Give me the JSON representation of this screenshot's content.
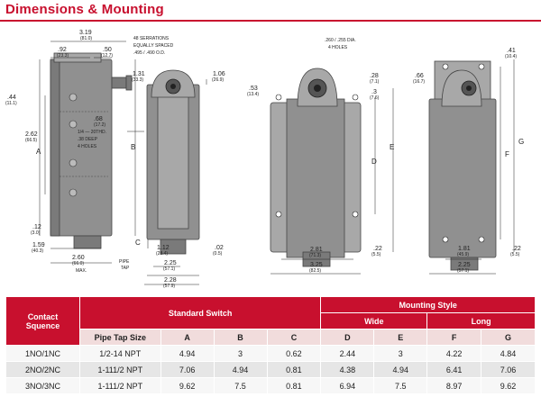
{
  "title": "Dimensions & Mounting",
  "drawing": {
    "labels_left": {
      "d_319": "3.19",
      "d_319_mm": "(81.0)",
      "d_92": ".92",
      "d_92_mm": "(23.3)",
      "d_50": ".50",
      "d_50_mm": "(12.7)",
      "serrations_1": "48 SERRATIONS",
      "serrations_2": "EQUALLY SPACED",
      "serrations_3": ".495 / .490 O.D.",
      "d_131": "1.31",
      "d_131_mm": "(33.3)",
      "d_106": "1.06",
      "d_106_mm": "(26.9)",
      "d_44": ".44",
      "d_44_mm": "(11.1)",
      "d_68": ".68",
      "d_68_mm": "(17.2)",
      "d_262": "2.62",
      "d_262_mm": "(66.5)",
      "thread_1": "1/4 — 20THD.",
      "thread_2": ".38 DEEP",
      "thread_3": "4 HOLES",
      "d_12": ".12",
      "d_12_mm": "(3.0)",
      "d_159": "1.59",
      "d_159_mm": "(40.3)",
      "d_260": "2.60",
      "d_260_mm": "(66.0)",
      "d_260_max": "MAX.",
      "pipe_1": "PIPE",
      "pipe_2": "TAP",
      "d_112": "1.12",
      "d_112_mm": "(28.4)",
      "d_02": ".02",
      "d_02_mm": "(0.5)",
      "d_225": "2.25",
      "d_225_mm": "(57.1)",
      "d_228": "2.28",
      "d_228_mm": "(57.9)",
      "letter_a": "A",
      "letter_b": "B",
      "letter_c": "C"
    },
    "labels_wide": {
      "holes_1": ".260 / .255 DIA.",
      "holes_2": "4 HOLES",
      "d_53": ".53",
      "d_53_mm": "(13.4)",
      "d_28": ".28",
      "d_28_mm": "(7.1)",
      "d_3": ".3",
      "d_3_mm": "(7.6)",
      "d_281": "2.81",
      "d_281_mm": "(71.3)",
      "d_325": "3.25",
      "d_325_mm": "(82.5)",
      "d_22": ".22",
      "d_22_mm": "(5.5)",
      "letter_d": "D",
      "letter_e": "E"
    },
    "labels_long": {
      "d_41": ".41",
      "d_41_mm": "(10.4)",
      "d_66": ".66",
      "d_66_mm": "(16.7)",
      "d_181": "1.81",
      "d_181_mm": "(45.9)",
      "d_225": "2.25",
      "d_225_mm": "(57.1)",
      "d_22": ".22",
      "d_22_mm": "(5.5)",
      "letter_f": "F",
      "letter_g": "G"
    }
  },
  "table": {
    "contact_sequence_1": "Contact",
    "contact_sequence_2": "Squence",
    "standard_switch": "Standard Switch",
    "mounting_style": "Mounting Style",
    "wide": "Wide",
    "long": "Long",
    "pipe_tap_size": "Pipe Tap Size",
    "cols": [
      "A",
      "B",
      "C",
      "D",
      "E",
      "F",
      "G"
    ],
    "rows": [
      {
        "seq": "1NO/1NC",
        "pipe": "1/2-14 NPT",
        "a": "4.94",
        "b": "3",
        "c": "0.62",
        "d": "2.44",
        "e": "3",
        "f": "4.22",
        "g": "4.84"
      },
      {
        "seq": "2NO/2NC",
        "pipe": "1-111/2 NPT",
        "a": "7.06",
        "b": "4.94",
        "c": "0.81",
        "d": "4.38",
        "e": "4.94",
        "f": "6.41",
        "g": "7.06"
      },
      {
        "seq": "3NO/3NC",
        "pipe": "1-111/2 NPT",
        "a": "9.62",
        "b": "7.5",
        "c": "0.81",
        "d": "6.94",
        "e": "7.5",
        "f": "8.97",
        "g": "9.62"
      }
    ]
  },
  "colors": {
    "accent": "#c8102e",
    "body_gray": "#909090",
    "header_pink": "#f1dcdc"
  }
}
